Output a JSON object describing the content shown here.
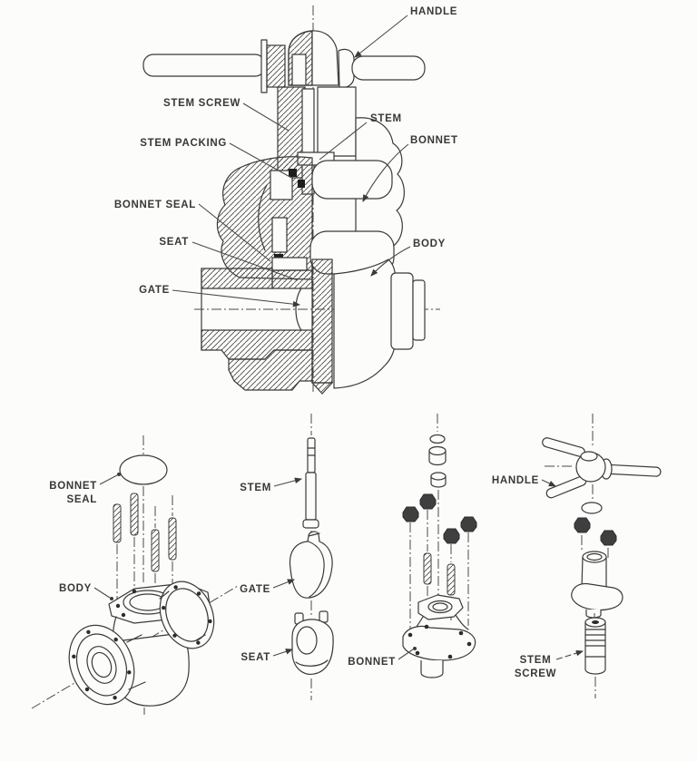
{
  "figure": {
    "subject": "Gate valve nomenclature diagram: sectional assembled view (top) and exploded parts view (bottom)",
    "background_color": "#fcfcfa",
    "line_color": "#3a3a3a",
    "label_color": "#383838"
  },
  "sectional_view": {
    "labels": [
      {
        "id": "handle",
        "text": "HANDLE"
      },
      {
        "id": "stem-screw",
        "text": "STEM SCREW"
      },
      {
        "id": "stem",
        "text": "STEM"
      },
      {
        "id": "stem-packing",
        "text": "STEM PACKING"
      },
      {
        "id": "bonnet",
        "text": "BONNET"
      },
      {
        "id": "bonnet-seal",
        "text": "BONNET SEAL"
      },
      {
        "id": "seat",
        "text": "SEAT"
      },
      {
        "id": "gate",
        "text": "GATE"
      },
      {
        "id": "body",
        "text": "BODY"
      }
    ]
  },
  "exploded_view": {
    "labels": [
      {
        "id": "bonnet-seal",
        "line1": "BONNET",
        "line2": "SEAL"
      },
      {
        "id": "body",
        "text": "BODY"
      },
      {
        "id": "stem",
        "text": "STEM"
      },
      {
        "id": "gate",
        "text": "GATE"
      },
      {
        "id": "seat",
        "text": "SEAT"
      },
      {
        "id": "bonnet",
        "text": "BONNET"
      },
      {
        "id": "handle",
        "text": "HANDLE"
      },
      {
        "id": "stem-screw",
        "line1": "STEM",
        "line2": "SCREW"
      }
    ]
  }
}
